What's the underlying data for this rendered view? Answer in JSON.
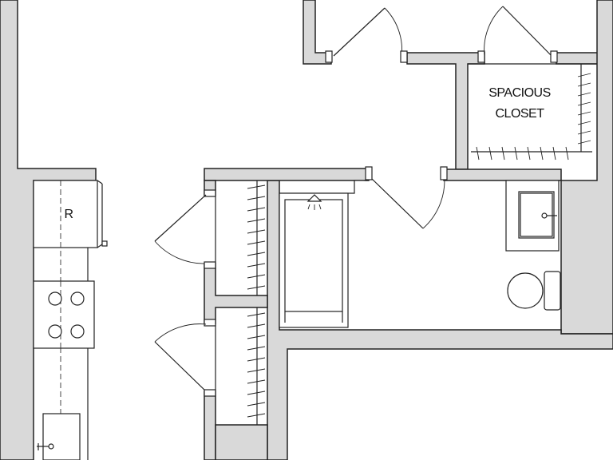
{
  "rooms": {
    "closet_label_line1": "SPACIOUS",
    "closet_label_line2": "CLOSET"
  },
  "appliances": {
    "refrigerator_label": "R"
  },
  "colors": {
    "wall_fill": "#d9d9d9",
    "line": "#222222",
    "floor": "#ffffff"
  }
}
